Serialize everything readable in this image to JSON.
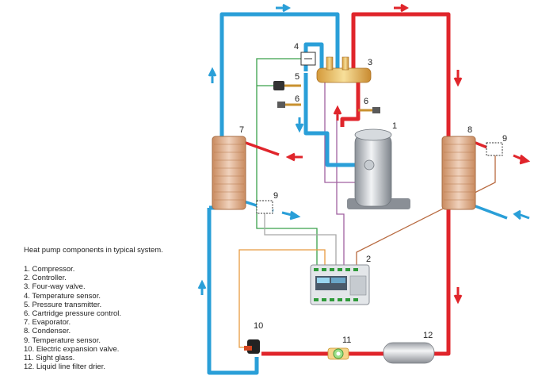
{
  "legend": {
    "title": "Heat pump components in typical system.",
    "items": [
      "1.  Compressor.",
      "2.  Controller.",
      "3.  Four-way valve.",
      "4.  Temperature sensor.",
      "5.  Pressure transmitter.",
      "6.  Cartridge pressure control.",
      "7.  Evaporator.",
      "8.  Condenser.",
      "9.  Temperature sensor.",
      "10. Electric expansion valve.",
      "11. Sight glass.",
      "12. Liquid line filter drier."
    ]
  },
  "callouts": {
    "compressor": "1",
    "controller": "2",
    "four_way_valve": "3",
    "temp_sensor_top": "4",
    "pressure_transmitter": "5",
    "cartridge_left": "6",
    "cartridge_right": "6",
    "evaporator": "7",
    "condenser": "8",
    "sensor_evaporator": "9",
    "sensor_condenser": "9",
    "expansion_valve": "10",
    "sight_glass": "11",
    "filter_drier": "12"
  },
  "colors": {
    "cold_pipe": "#2a9fd8",
    "hot_pipe": "#e0252b",
    "sensor_wire_green": "#3aa04a",
    "sensor_wire_purple": "#a060a0",
    "sensor_wire_gray": "#a8a8a8",
    "sensor_wire_brown": "#b86a40",
    "sensor_wire_orange": "#e89a40"
  }
}
